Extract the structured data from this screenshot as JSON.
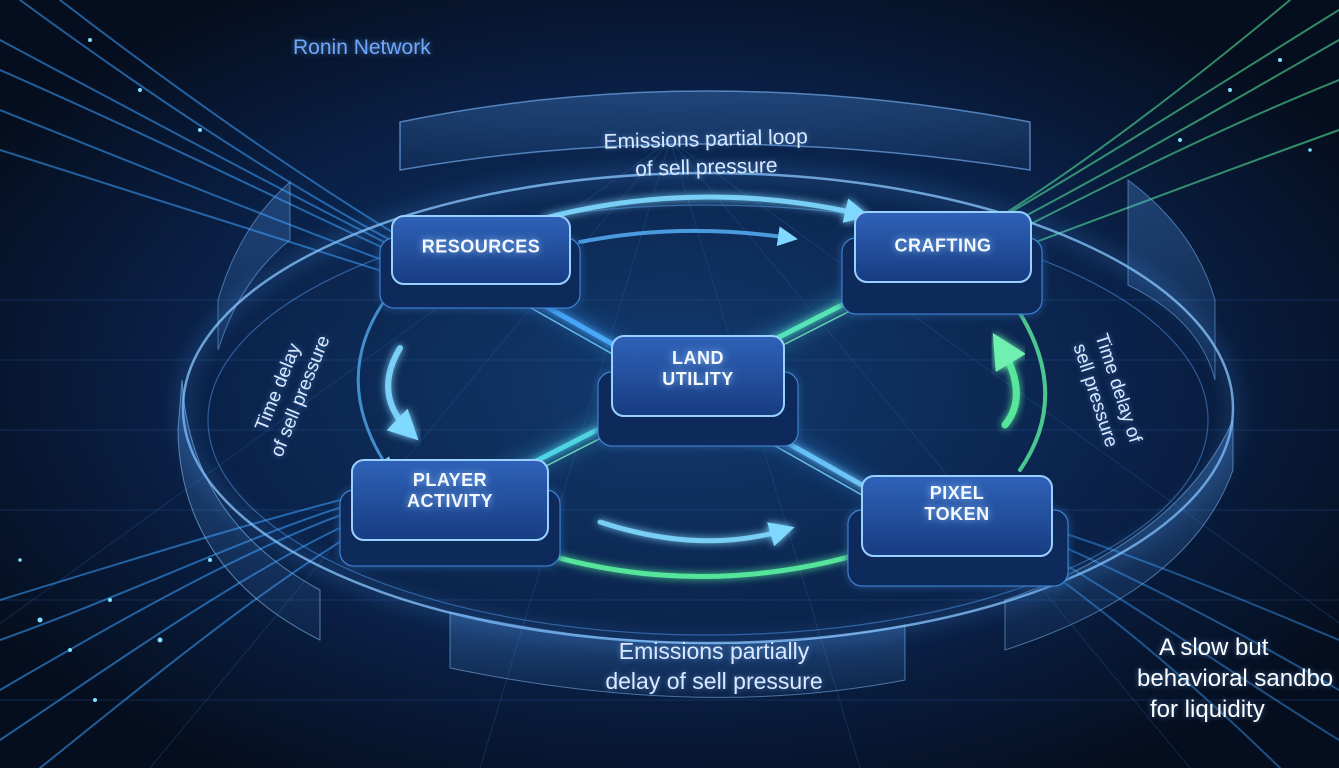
{
  "network_label": "Ronin Network",
  "nodes": [
    {
      "id": "resources",
      "lines": [
        "RESOURCES"
      ]
    },
    {
      "id": "crafting",
      "lines": [
        "CRAFTING"
      ]
    },
    {
      "id": "land-utility",
      "lines": [
        "LAND",
        "UTILITY"
      ]
    },
    {
      "id": "player-activity",
      "lines": [
        "PLAYER",
        "ACTIVITY"
      ]
    },
    {
      "id": "pixel-token",
      "lines": [
        "PIXEL",
        "TOKEN"
      ]
    }
  ],
  "captions": {
    "top": [
      "Emissions partial loop",
      "of sell pressure"
    ],
    "bottom": [
      "Emissions partially",
      "delay of sell pressure"
    ],
    "left": [
      "Time delay",
      "of sell pressure"
    ],
    "right": [
      "Time delay of",
      "sell pressure"
    ]
  },
  "tagline": [
    "A slow but",
    "behavioral sandbo",
    "for liquidity"
  ],
  "colors": {
    "background": "#071428",
    "accent_blue": "#3d8bff",
    "accent_cyan": "#4fd6ff",
    "accent_green": "#3ee89a"
  }
}
